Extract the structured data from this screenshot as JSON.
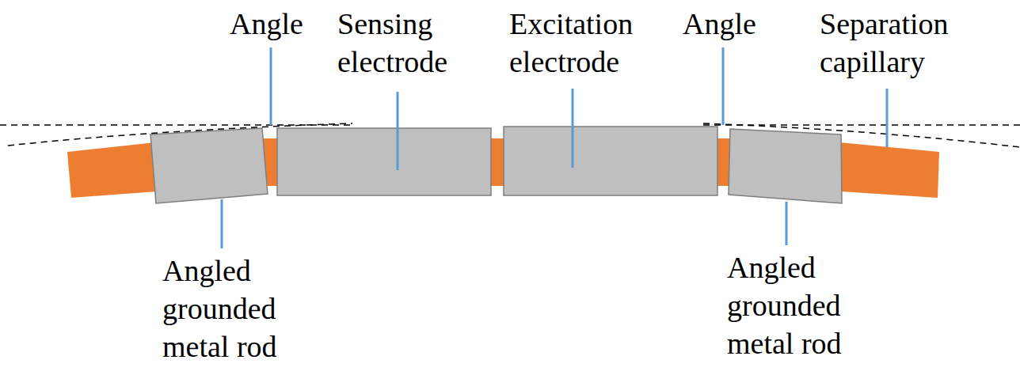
{
  "diagram": {
    "labels": [
      "Angle",
      "Sensing electrode",
      "Excitation electrode",
      "Angle",
      "Separation capillary",
      "Angled grounded metal rod",
      "Angled grounded metal rod"
    ]
  }
}
